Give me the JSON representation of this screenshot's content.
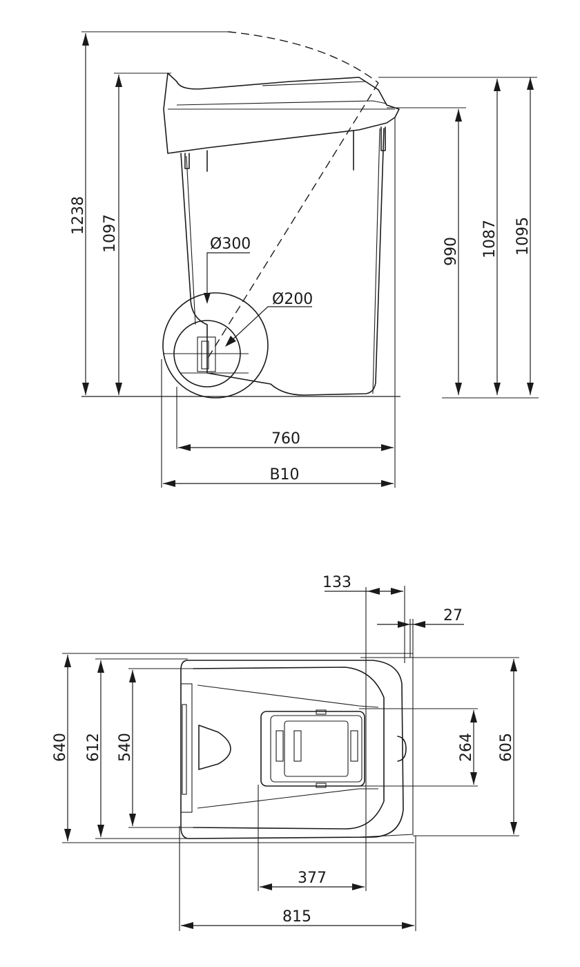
{
  "side_view": {
    "height_dims": {
      "lid_open_height": "1238",
      "lid_height_front": "1097",
      "body_rim_height": "990",
      "lid_height_rear": "1087",
      "overall_rear_height": "1095"
    },
    "wheel_dims": {
      "outer_circle_diameter": "Ø300",
      "wheel_diameter": "Ø200"
    },
    "width_dims": {
      "body_depth": "760",
      "overall_depth": "B10"
    }
  },
  "top_view": {
    "dims": {
      "handle_offset": "133",
      "hinge_overhang": "27",
      "overall_width": "640",
      "lid_width": "612",
      "body_width": "540",
      "handle_width": "264",
      "rear_width": "605",
      "handle_length": "377",
      "overall_length": "815"
    }
  }
}
